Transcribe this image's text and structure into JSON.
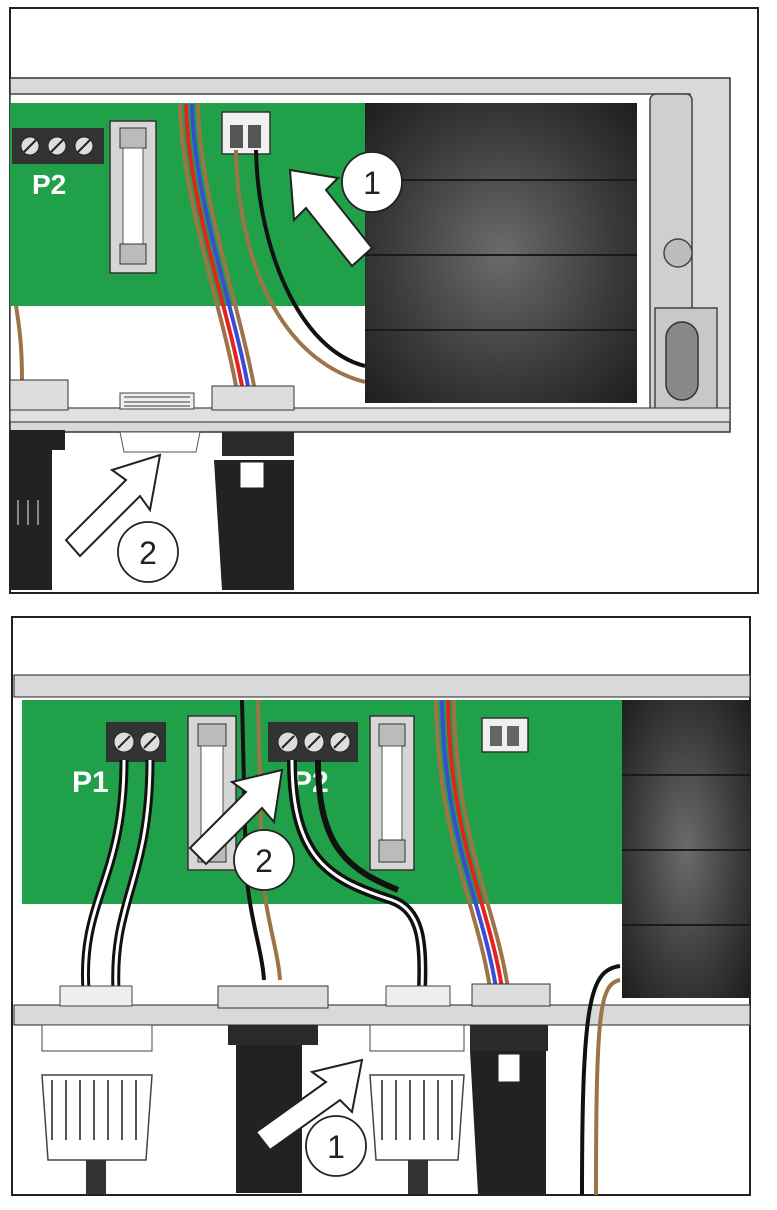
{
  "panels": [
    {
      "terminal_labels": [
        "P2"
      ],
      "callouts": [
        "1",
        "2"
      ]
    },
    {
      "terminal_labels": [
        "P1",
        "P2"
      ],
      "callouts": [
        "2",
        "1"
      ]
    }
  ],
  "colors": {
    "pcb": "#21a04a",
    "housing": "#d9d9d9",
    "dark_component": "#2b2b2b",
    "wire_brown": "#9c7447",
    "wire_red": "#e52222",
    "wire_blue": "#3b4bd6",
    "wire_black": "#111111"
  }
}
